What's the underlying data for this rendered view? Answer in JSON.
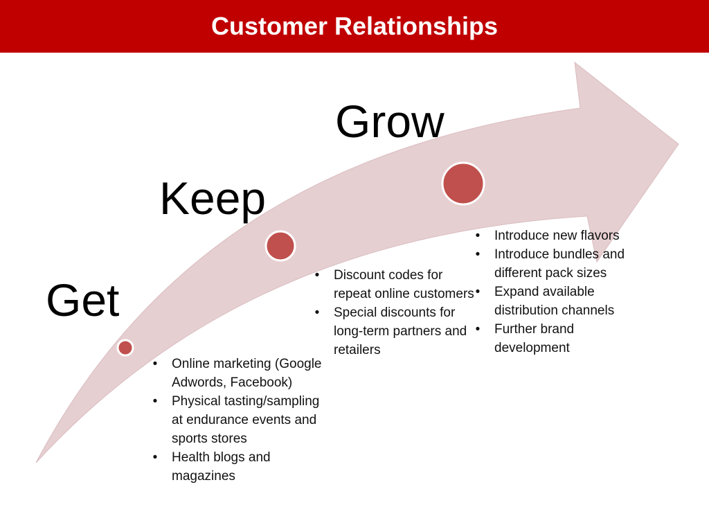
{
  "title": "Customer Relationships",
  "colors": {
    "title_bar": "#c00000",
    "arrow_fill": "#e6cfd1",
    "marker_fill": "#c0504d"
  },
  "stages": [
    {
      "label": "Get",
      "bullets": [
        "Online marketing (Google Adwords, Facebook)",
        "Physical tasting/sampling at endurance events and sports stores",
        "Health blogs and magazines"
      ]
    },
    {
      "label": "Keep",
      "bullets": [
        "Discount codes for repeat online customers",
        "Special discounts for long-term partners and retailers"
      ]
    },
    {
      "label": "Grow",
      "bullets": [
        "Introduce new flavors",
        "Introduce bundles and different pack sizes",
        "Expand available distribution channels",
        "Further brand development"
      ]
    }
  ]
}
